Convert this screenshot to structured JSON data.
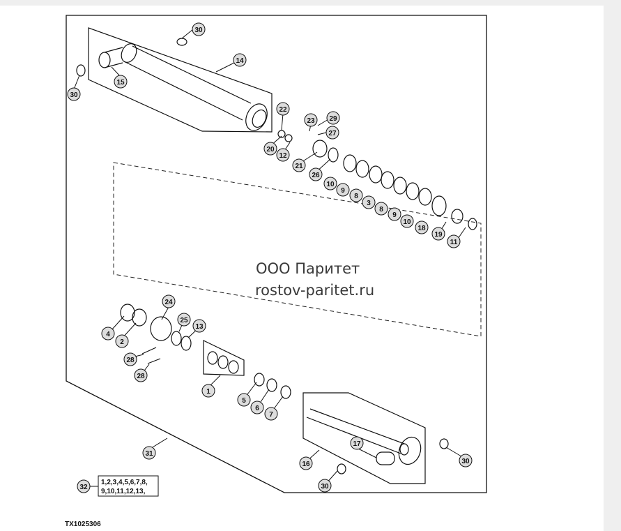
{
  "figure_id": "TX1025306",
  "watermark": {
    "line1": "ООО Паритет",
    "line2": "rostov-paritet.ru"
  },
  "kit_label": {
    "callout": "32",
    "line1": "1,2,3,4,5,6,7,8,",
    "line2": "9,10,11,12,13,"
  },
  "callouts": [
    "30",
    "30",
    "14",
    "15",
    "22",
    "23",
    "29",
    "27",
    "20",
    "12",
    "21",
    "26",
    "10",
    "9",
    "8",
    "3",
    "8",
    "9",
    "10",
    "18",
    "19",
    "11",
    "24",
    "25",
    "13",
    "4",
    "2",
    "28",
    "28",
    "1",
    "5",
    "6",
    "7",
    "17",
    "16",
    "30",
    "30",
    "31"
  ]
}
